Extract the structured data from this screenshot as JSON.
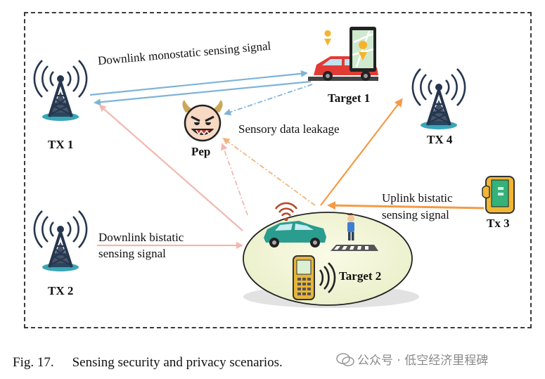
{
  "labels": {
    "tx1": "TX 1",
    "tx2": "TX 2",
    "tx3": "Tx 3",
    "tx4": "TX 4",
    "target1": "Target 1",
    "target2": "Target 2",
    "pep": "Pep",
    "downlink_mono": "Downlink monostatic sensing signal",
    "sensory_leak": "Sensory data leakage",
    "downlink_bi_1": "Downlink bistatic",
    "downlink_bi_2": "sensing signal",
    "uplink_bi_1": "Uplink bistatic",
    "uplink_bi_2": "sensing signal"
  },
  "caption": {
    "number": "Fig. 17.",
    "text": "Sensing security and privacy scenarios."
  },
  "watermark": "公众号 · 低空经济里程碑",
  "colors": {
    "downlink_mono": "#7fb3d8",
    "bistatic": "#f2b8b0",
    "uplink": "#f5a050",
    "leakage": "#f0a060",
    "tower": "#26364f",
    "tower_base": "#3aa6b8"
  },
  "icons": [
    "tower-icon",
    "car-icon",
    "map-phone-icon",
    "devil-icon",
    "wifi-icon",
    "person-icon",
    "crosswalk-icon",
    "feature-phone-icon",
    "smartphone-icon"
  ]
}
